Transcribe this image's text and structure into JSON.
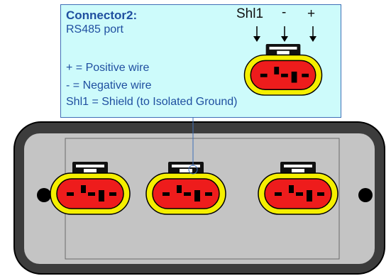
{
  "callout": {
    "title": "Connector2:",
    "subtitle": "RS485 port",
    "plus_line": "+ = Positive wire",
    "minus_line": "- = Negative wire",
    "shield_line": "Shl1 = Shield (to Isolated Ground)"
  },
  "pins": {
    "shield": "Shl1",
    "negative": "-",
    "positive": "+"
  },
  "colors": {
    "callout_bg": "#cdfbfb",
    "text_blue": "#1f4fa0",
    "connector_yellow": "#f5ef00",
    "connector_red": "#ee1c1c",
    "housing": "#3c3c3c"
  }
}
